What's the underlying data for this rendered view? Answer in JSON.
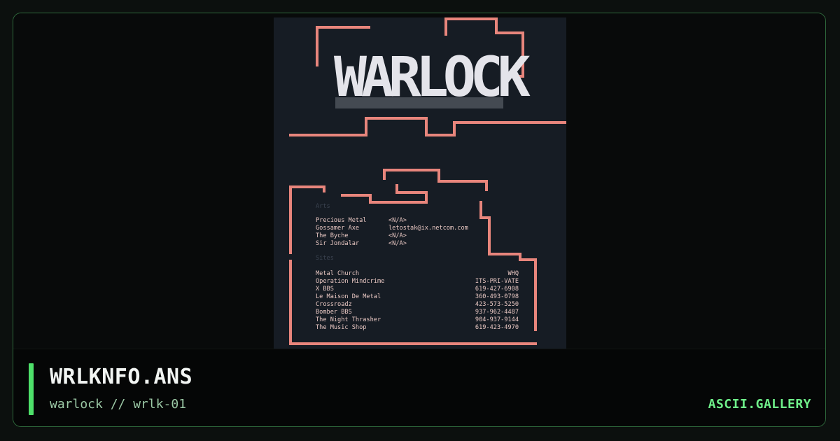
{
  "art": {
    "logo_text": "WARLOCK",
    "section_artists": "Arts",
    "section_sites": "Sites",
    "artists": [
      {
        "name": "Precious Metal",
        "contact": "<N/A>"
      },
      {
        "name": "Gossamer Axe",
        "contact": "letostak@ix.netcom.com"
      },
      {
        "name": "The Byche",
        "contact": "<N/A>"
      },
      {
        "name": "Sir Jondalar",
        "contact": "<N/A>"
      }
    ],
    "sites": [
      {
        "name": "Metal Church",
        "number": "WHQ"
      },
      {
        "name": "Operation Mindcrime",
        "number": "ITS-PRI-VATE"
      },
      {
        "name": "X BBS",
        "number": "619-427-6908"
      },
      {
        "name": "Le Maison De Metal",
        "number": "360-493-0798"
      },
      {
        "name": "Crossroadz",
        "number": "423-573-5250"
      },
      {
        "name": "Bomber BBS",
        "number": "937-962-4487"
      },
      {
        "name": "The Night Thrasher",
        "number": "904-937-9144"
      },
      {
        "name": "The Music Shop",
        "number": "619-423-4970"
      }
    ],
    "colors": {
      "background": "#161c24",
      "lines": "#e8857c",
      "logo": "#e4e4ea",
      "text": "#e8c7c2"
    }
  },
  "footer": {
    "title": "WRLKNFO.ANS",
    "subtitle": "warlock // wrlk-01",
    "brand": "ASCII.GALLERY",
    "accent_color": "#4ee06a"
  }
}
